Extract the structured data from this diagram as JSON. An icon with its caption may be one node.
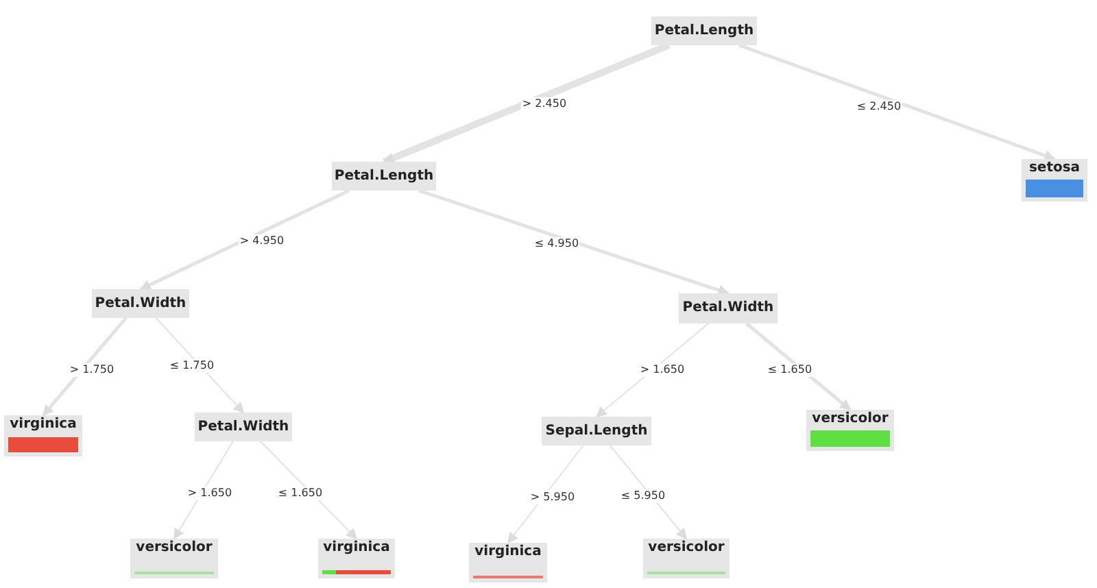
{
  "diagram": {
    "nodes": [
      {
        "text": [
          "Petal.Length"
        ]
      },
      {
        "text": [
          "Petal.Length"
        ]
      },
      {
        "text": [
          "setosa"
        ]
      },
      {
        "text": [
          "Petal.Width"
        ]
      },
      {
        "text": [
          "Petal.Width"
        ]
      },
      {
        "text": [
          "virginica"
        ]
      },
      {
        "text": [
          "Petal.Width"
        ]
      },
      {
        "text": [
          "Sepal.Length"
        ]
      },
      {
        "text": [
          "versicolor"
        ]
      },
      {
        "text": [
          "versicolor"
        ]
      },
      {
        "text": [
          "virginica"
        ]
      },
      {
        "text": [
          "virginica"
        ]
      },
      {
        "text": [
          "versicolor"
        ]
      }
    ],
    "edges": [
      {
        "from": 0,
        "to": 1,
        "arrow": "to",
        "label": "> 2.450",
        "style": "thick"
      },
      {
        "from": 0,
        "to": 2,
        "arrow": "to",
        "label": "≤ 2.450",
        "style": "thick"
      },
      {
        "from": 1,
        "to": 3,
        "arrow": "to",
        "label": "> 4.950",
        "style": "thick"
      },
      {
        "from": 1,
        "to": 4,
        "arrow": "to",
        "label": "≤ 4.950",
        "style": "thick"
      },
      {
        "from": 3,
        "to": 5,
        "arrow": "to",
        "label": "> 1.750",
        "style": "thick"
      },
      {
        "from": 3,
        "to": 6,
        "arrow": "to",
        "label": "≤ 1.750"
      },
      {
        "from": 4,
        "to": 7,
        "arrow": "to",
        "label": "> 1.650"
      },
      {
        "from": 4,
        "to": 8,
        "arrow": "to",
        "label": "≤ 1.650",
        "style": "thick"
      },
      {
        "from": 6,
        "to": 9,
        "arrow": "to",
        "label": "> 1.650"
      },
      {
        "from": 6,
        "to": 10,
        "arrow": "to",
        "label": "≤ 1.650"
      },
      {
        "from": 7,
        "to": 11,
        "arrow": "to",
        "label": "> 5.950"
      },
      {
        "from": 7,
        "to": 12,
        "arrow": "to",
        "label": "≤ 5.950"
      }
    ]
  }
}
